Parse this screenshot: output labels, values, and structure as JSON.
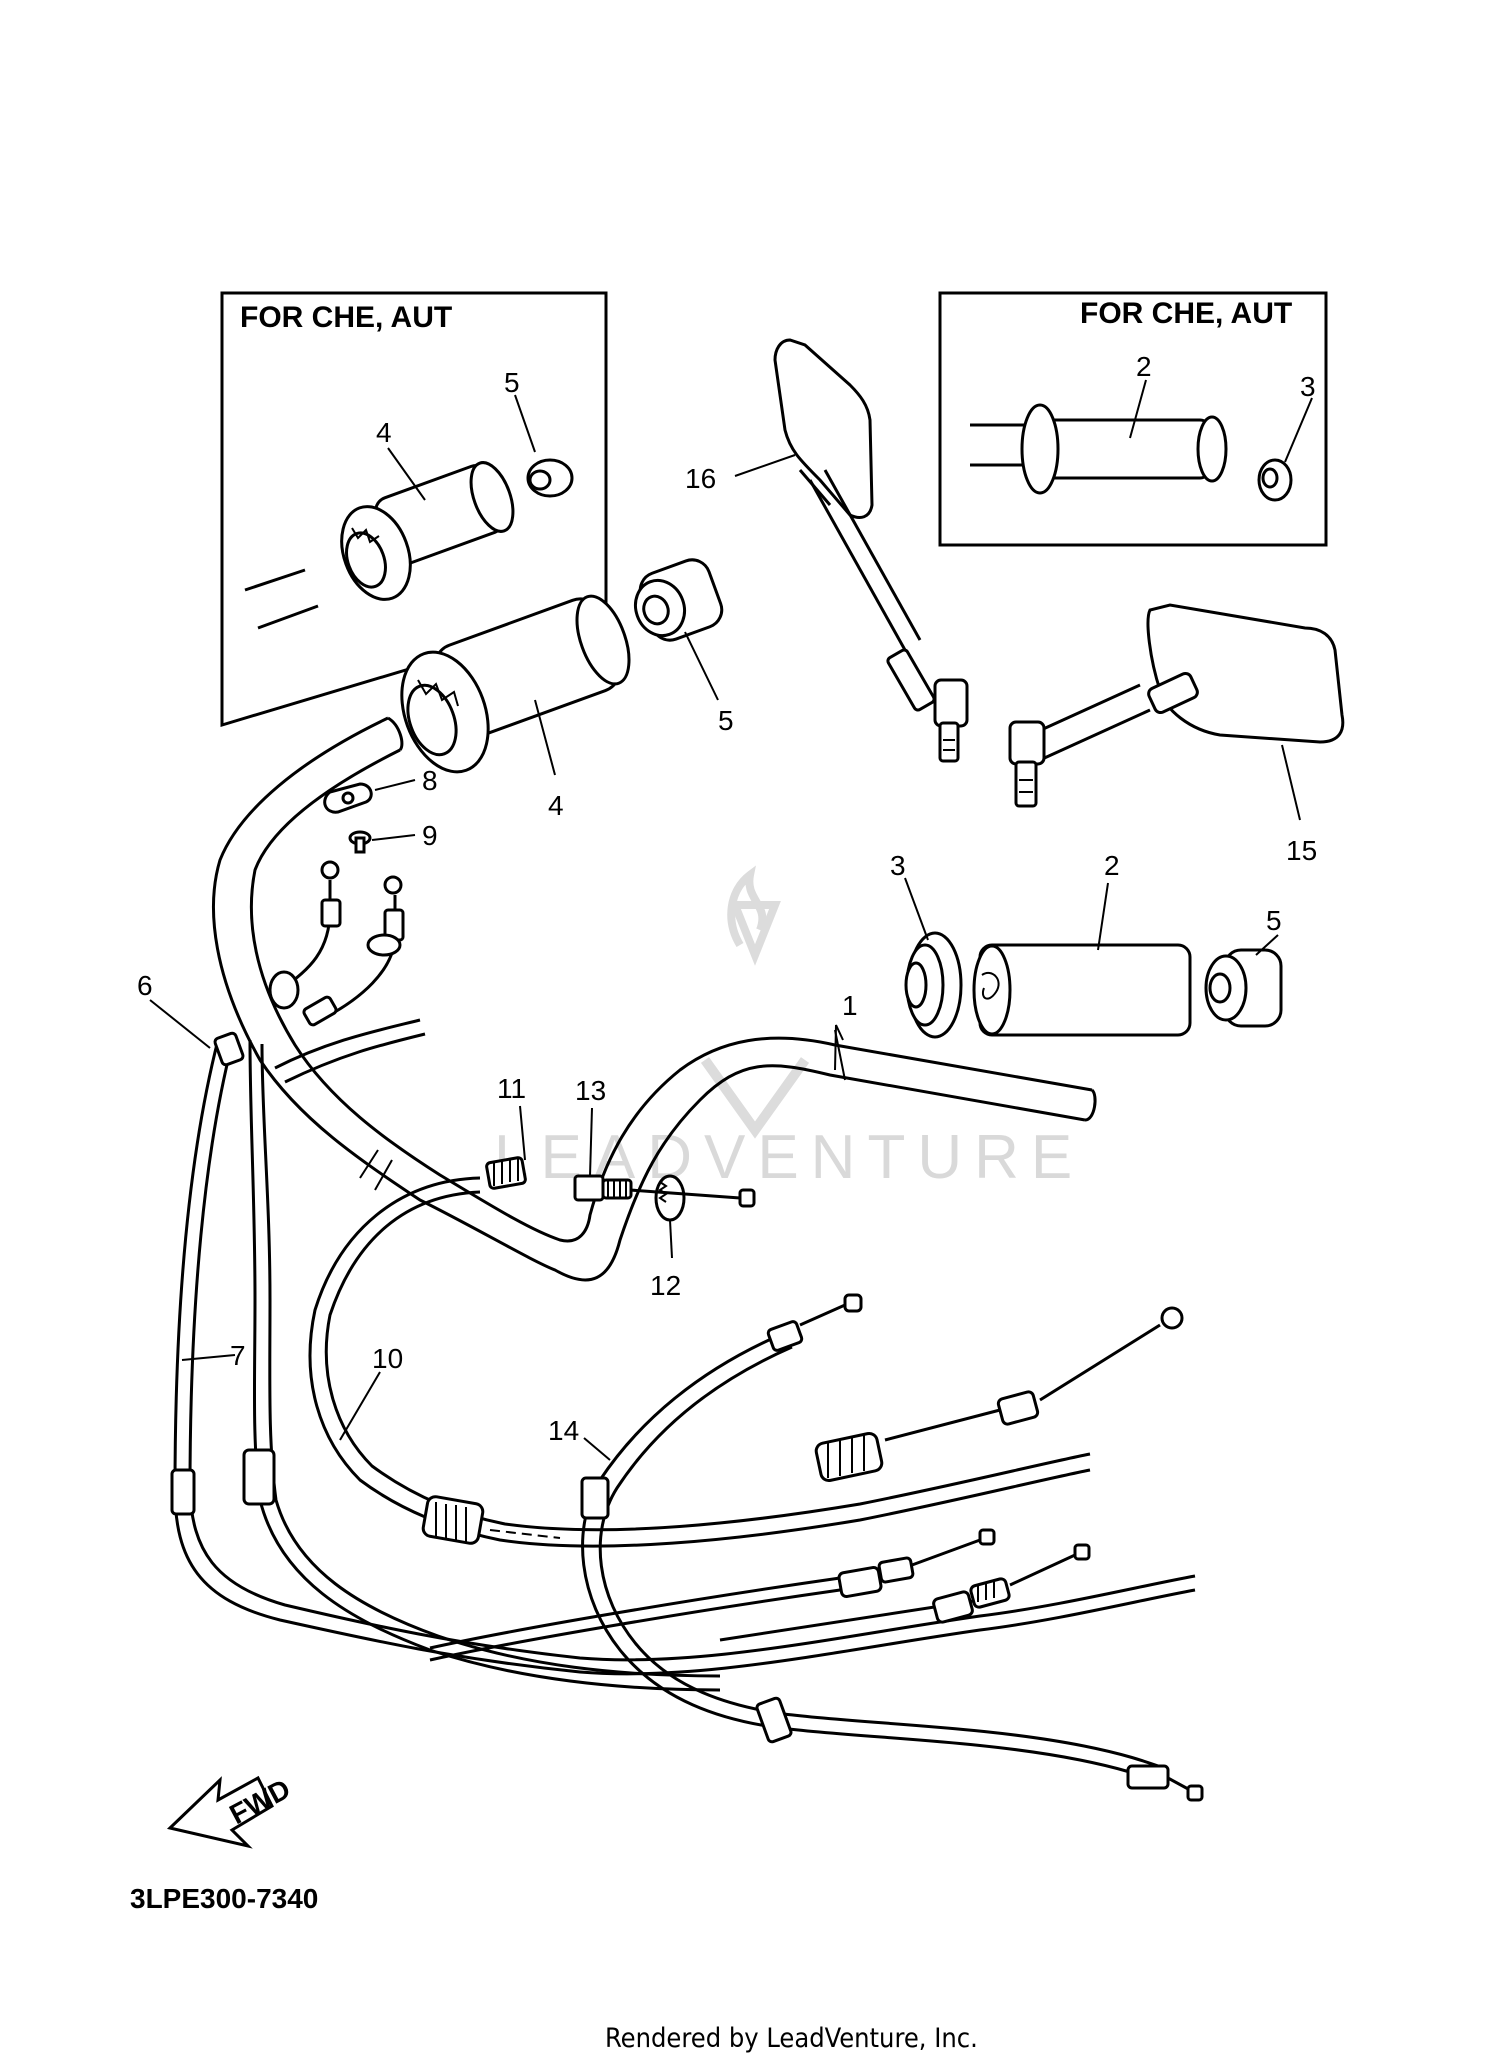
{
  "insets": {
    "left_title": "FOR CHE, AUT",
    "right_title": "FOR CHE, AUT"
  },
  "callouts": {
    "c1": "1",
    "c2a": "2",
    "c2b": "2",
    "c3a": "3",
    "c3b": "3",
    "c4a": "4",
    "c4b": "4",
    "c5a": "5",
    "c5b": "5",
    "c5c": "5",
    "c6": "6",
    "c7": "7",
    "c8": "8",
    "c9": "9",
    "c10": "10",
    "c11": "11",
    "c12": "12",
    "c13": "13",
    "c14": "14",
    "c15": "15",
    "c16": "16"
  },
  "fwd_label": "FWD",
  "diagram_code": "3LPE300-7340",
  "footer": "Rendered by LeadVenture, Inc.",
  "watermark": "LEADVENTURE"
}
